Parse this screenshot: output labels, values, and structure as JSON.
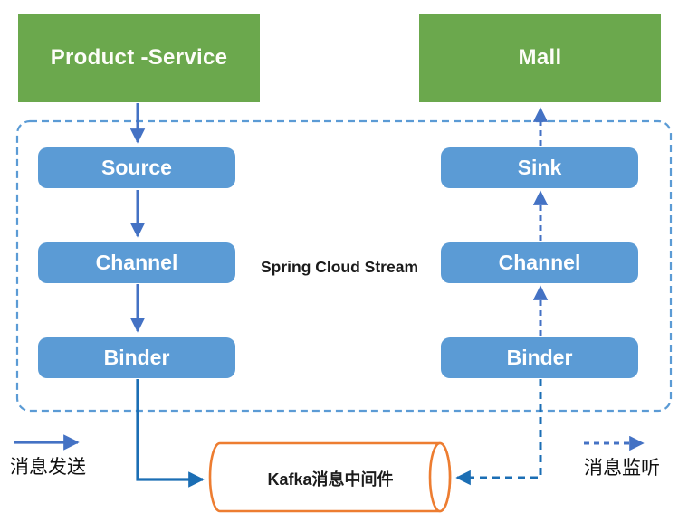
{
  "diagram": {
    "center_label": "Spring Cloud Stream",
    "producer": {
      "label": "Product -Service"
    },
    "consumer": {
      "label": "Mall"
    },
    "send_pipeline": [
      "Source",
      "Channel",
      "Binder"
    ],
    "listen_pipeline": [
      "Sink",
      "Channel",
      "Binder"
    ],
    "middleware": {
      "label": "Kafka消息中间件"
    },
    "legend": {
      "send": "消息发送",
      "listen": "消息监听"
    },
    "edges": [
      {
        "from": "Product -Service",
        "to": "Source",
        "style": "solid"
      },
      {
        "from": "Source",
        "to": "Channel",
        "style": "solid"
      },
      {
        "from": "Channel",
        "to": "Binder",
        "style": "solid"
      },
      {
        "from": "Binder",
        "to": "Kafka消息中间件",
        "style": "solid"
      },
      {
        "from": "Kafka消息中间件",
        "to": "Binder",
        "style": "dashed"
      },
      {
        "from": "Binder",
        "to": "Channel",
        "style": "dashed"
      },
      {
        "from": "Channel",
        "to": "Sink",
        "style": "dashed"
      },
      {
        "from": "Sink",
        "to": "Mall",
        "style": "dashed"
      }
    ],
    "colors": {
      "app_green": "#6BA84D",
      "component_blue": "#5B9BD5",
      "arrow_blue": "#4472C4",
      "connector_blue": "#1B6EB4",
      "frame_dash_blue": "#5B9BD5",
      "middleware_orange": "#ED7D31"
    }
  }
}
